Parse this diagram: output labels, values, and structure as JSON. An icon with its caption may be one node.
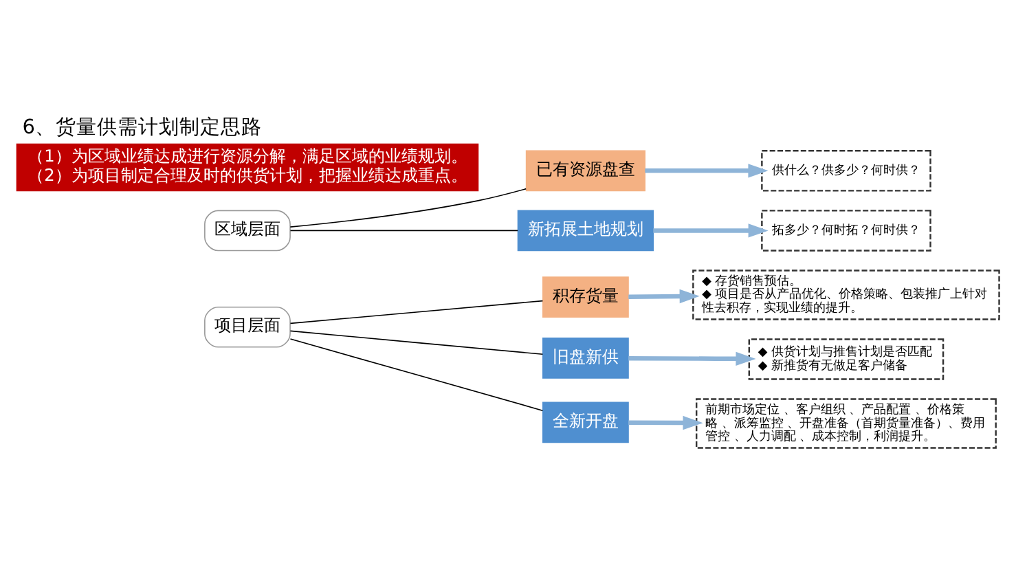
{
  "diagram": {
    "title": "6、货量供需计划制定思路",
    "nodes": [
      {
        "text": [
          "（1）为区域业绩达成进行资源分解，满足区域的业绩规划。",
          "（2）为项目制定合理及时的供货计划，把握业绩达成重点。"
        ]
      },
      {
        "text": [
          "区域层面"
        ]
      },
      {
        "text": [
          "已有资源盘查"
        ]
      },
      {
        "text": [
          "新拓展土地规划"
        ]
      },
      {
        "text": [
          "供什么？供多少？何时供？"
        ]
      },
      {
        "text": [
          "拓多少？何时拓？何时供？"
        ]
      },
      {
        "text": [
          "项目层面"
        ]
      },
      {
        "text": [
          "积存货量"
        ]
      },
      {
        "text": [
          "旧盘新供"
        ]
      },
      {
        "text": [
          "全新开盘"
        ]
      },
      {
        "text": [
          "◆ 存货销售预估。",
          "◆ 项目是否从产品优化、价格策略、包装推广上针对性去积存，实现业绩的提升。"
        ]
      },
      {
        "text": [
          "◆ 供货计划与推售计划是否匹配",
          "◆ 新推货有无做足客户储备"
        ]
      },
      {
        "text": [
          "前期市场定位 、客户组织 、产品配置 、价格策略 、派筹监控 、开盘准备（首期货量准备）、费用管控 、人力调配 、成本控制，利润提升。"
        ]
      }
    ],
    "edges": [
      {
        "from": 1,
        "to": 2,
        "arrow": "none"
      },
      {
        "from": 1,
        "to": 3,
        "arrow": "none"
      },
      {
        "from": 2,
        "to": 4,
        "arrow": "to",
        "style": "thick",
        "color": "#8eb4d8"
      },
      {
        "from": 3,
        "to": 5,
        "arrow": "to",
        "style": "thick",
        "color": "#8eb4d8"
      },
      {
        "from": 6,
        "to": 7,
        "arrow": "none"
      },
      {
        "from": 6,
        "to": 8,
        "arrow": "none"
      },
      {
        "from": 6,
        "to": 9,
        "arrow": "none"
      },
      {
        "from": 7,
        "to": 10,
        "arrow": "to",
        "style": "thick",
        "color": "#8eb4d8"
      },
      {
        "from": 8,
        "to": 11,
        "arrow": "to",
        "style": "thick",
        "color": "#8eb4d8"
      },
      {
        "from": 9,
        "to": 12,
        "arrow": "to",
        "style": "thick",
        "color": "#8eb4d8"
      }
    ]
  }
}
